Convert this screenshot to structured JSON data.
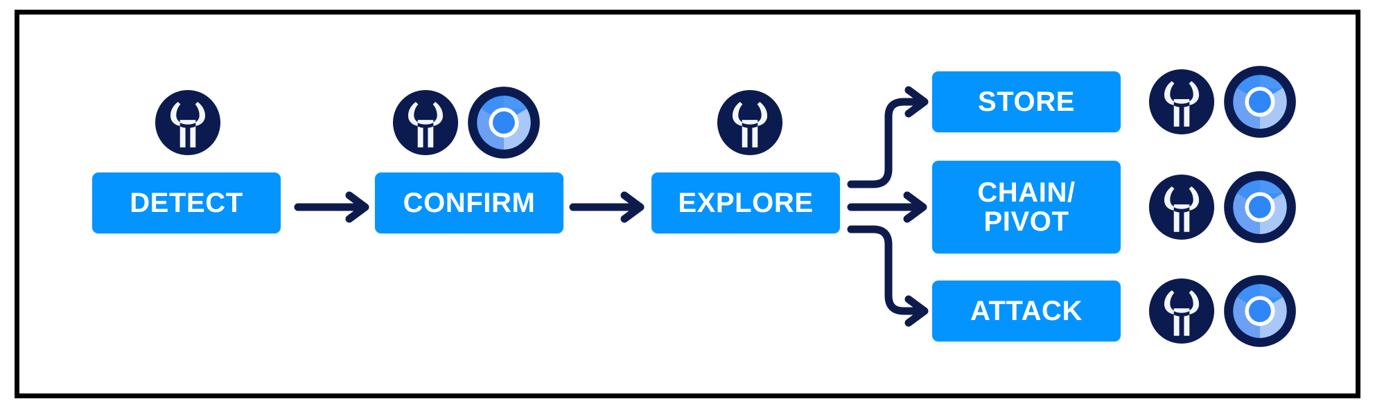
{
  "diagram": {
    "title": "Detect Confirm Explore branching workflow",
    "frame_border_color": "#000000",
    "background_color": "#ffffff",
    "box_color": "#0494ff",
    "box_text_color": "#ffffff",
    "arrow_color": "#0d1b4c",
    "icon_dark_color": "#0b1b4f",
    "icons": {
      "wrench": "wrench-icon",
      "chromium": "chromium-icon"
    },
    "chromium_colors": {
      "ring": "#0b1b4f",
      "segment_top": "#3a8cf5",
      "segment_right": "#a4c6f8",
      "segment_left": "#6c9ef4",
      "inner_ring": "#ffffff",
      "center": "#2f86f6"
    },
    "stages": [
      {
        "id": "detect",
        "label": "DETECT",
        "icons": [
          "wrench-icon"
        ]
      },
      {
        "id": "confirm",
        "label": "CONFIRM",
        "icons": [
          "wrench-icon",
          "chromium-icon"
        ]
      },
      {
        "id": "explore",
        "label": "EXPLORE",
        "icons": [
          "wrench-icon"
        ]
      }
    ],
    "branches": [
      {
        "id": "store",
        "label": "STORE",
        "icons": [
          "wrench-icon",
          "chromium-icon"
        ]
      },
      {
        "id": "chain-pivot",
        "label": "CHAIN/\nPIVOT",
        "icons": [
          "wrench-icon",
          "chromium-icon"
        ]
      },
      {
        "id": "attack",
        "label": "ATTACK",
        "icons": [
          "wrench-icon",
          "chromium-icon"
        ]
      }
    ],
    "connectors": [
      {
        "id": "detect-to-confirm",
        "type": "straight-arrow"
      },
      {
        "id": "confirm-to-explore",
        "type": "straight-arrow"
      },
      {
        "id": "explore-to-store",
        "type": "elbow-arrow-up"
      },
      {
        "id": "explore-to-chain-pivot",
        "type": "straight-arrow"
      },
      {
        "id": "explore-to-attack",
        "type": "elbow-arrow-down"
      }
    ]
  }
}
